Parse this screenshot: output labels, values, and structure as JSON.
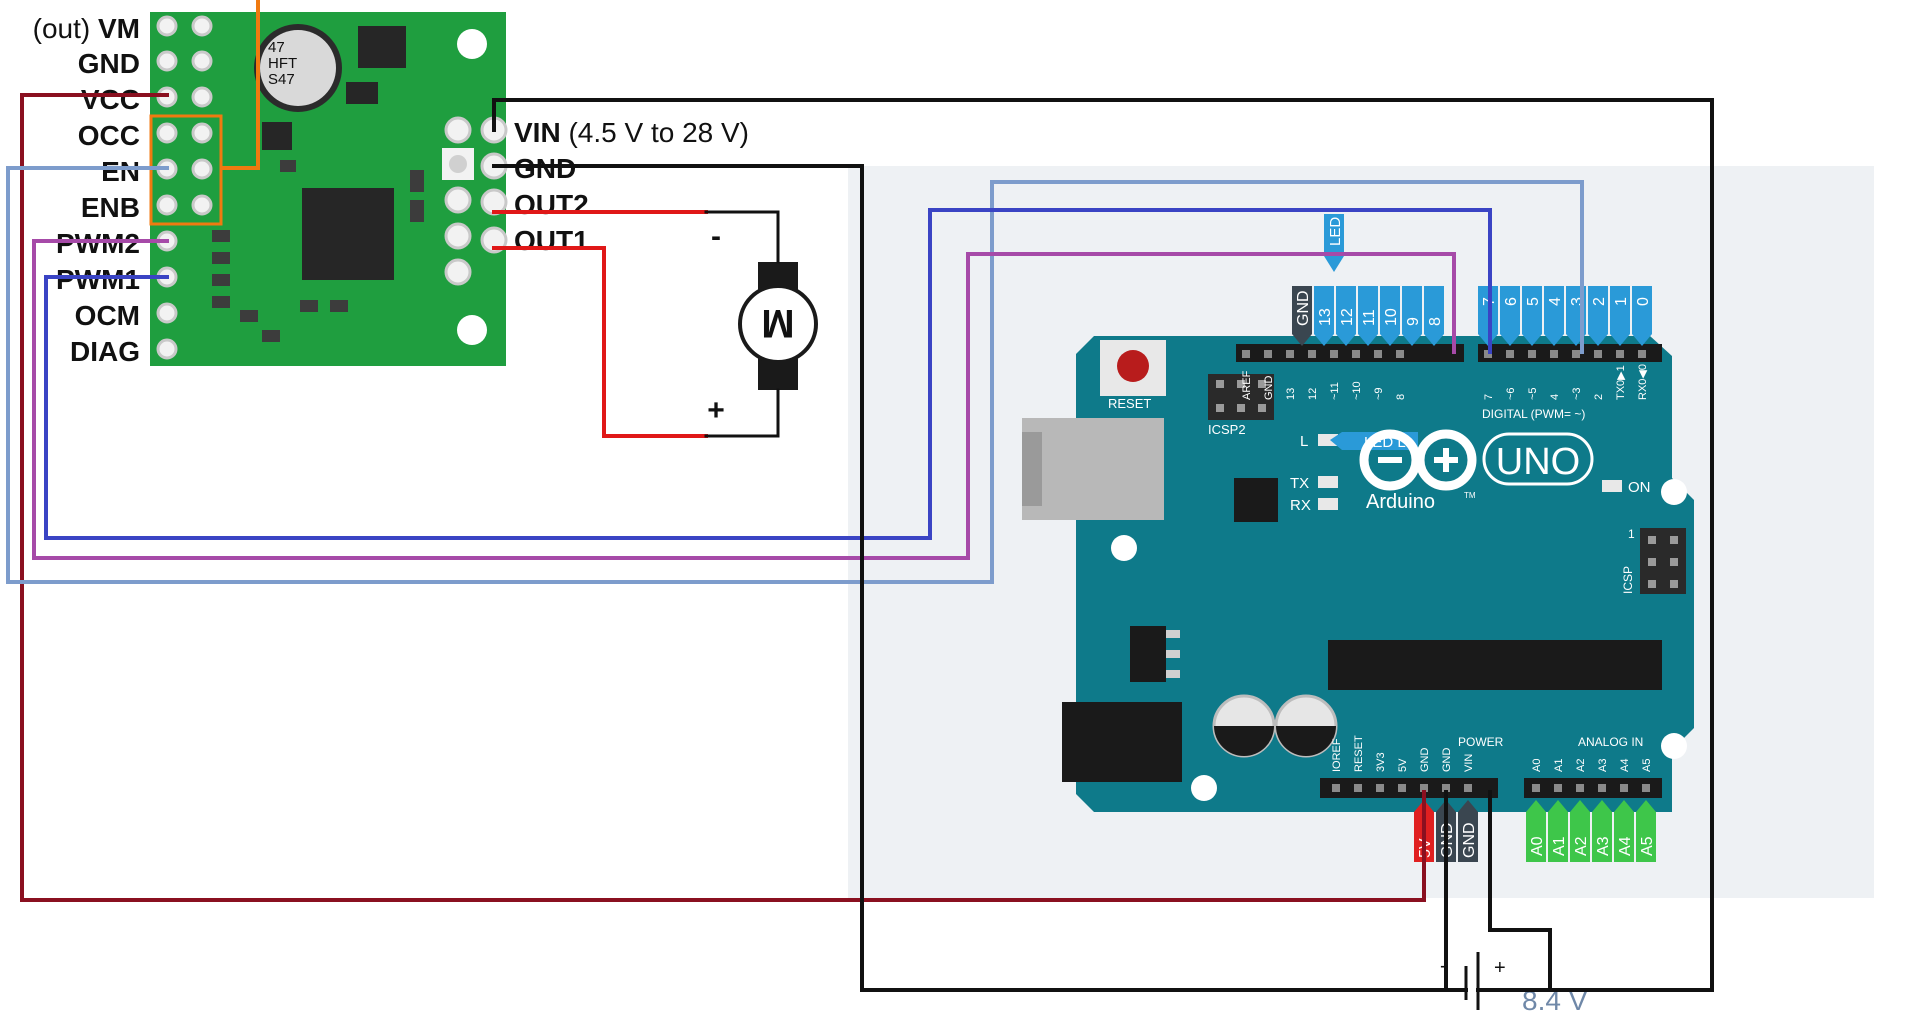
{
  "driver": {
    "left_labels": [
      {
        "prefix": "(out)",
        "name": "VM"
      },
      {
        "prefix": "",
        "name": "GND"
      },
      {
        "prefix": "",
        "name": "VCC"
      },
      {
        "prefix": "",
        "name": "OCC"
      },
      {
        "prefix": "",
        "name": "EN"
      },
      {
        "prefix": "",
        "name": "ENB"
      },
      {
        "prefix": "",
        "name": "PWM2"
      },
      {
        "prefix": "",
        "name": "PWM1"
      },
      {
        "prefix": "",
        "name": "OCM"
      },
      {
        "prefix": "",
        "name": "DIAG"
      }
    ],
    "right_labels": [
      {
        "name": "VIN",
        "note": "(4.5 V to 28 V)"
      },
      {
        "name": "GND",
        "note": ""
      },
      {
        "name": "OUT2",
        "note": ""
      },
      {
        "name": "OUT1",
        "note": ""
      }
    ],
    "capacitor_text": [
      "47",
      "HFT",
      "S47"
    ]
  },
  "motor": {
    "symbol": "M",
    "minus": "-",
    "plus": "+"
  },
  "battery": {
    "voltage": "8.4 V",
    "minus": "-",
    "plus": "+"
  },
  "arduino": {
    "brand": "Arduino",
    "model": "UNO",
    "reset_label": "RESET",
    "icsp2_label": "ICSP2",
    "icsp_label": "ICSP",
    "icsp_pin1": "1",
    "led_l_label": "L",
    "led_l_tag": "LED L",
    "tx_label": "TX",
    "rx_label": "RX",
    "on_label": "ON",
    "digital_label": "DIGITAL (PWM= ~)",
    "power_label": "POWER",
    "analog_label": "ANALOG IN",
    "tm": "TM",
    "header_top_board": [
      "AREF",
      "GND",
      "13",
      "12",
      "~11",
      "~10",
      "~9",
      "8",
      "7",
      "~6",
      "~5",
      "4",
      "~3",
      "2",
      "TX0▶1",
      "RX0◀0"
    ],
    "tags_top_left": [
      "GND",
      "13",
      "12",
      "11",
      "10",
      "9",
      "8"
    ],
    "tags_top_right": [
      "7",
      "6",
      "5",
      "4",
      "3",
      "2",
      "1",
      "0"
    ],
    "led_tag": "LED",
    "header_power_board": [
      "IOREF",
      "RESET",
      "3V3",
      "5V",
      "GND",
      "GND",
      "VIN"
    ],
    "tags_power": [
      "5V",
      "GND",
      "GND"
    ],
    "header_analog_board": [
      "A0",
      "A1",
      "A2",
      "A3",
      "A4",
      "A5"
    ],
    "tags_analog": [
      "A0",
      "A1",
      "A2",
      "A3",
      "A4",
      "A5"
    ]
  },
  "colors": {
    "pcb_green": "#1f9e3f",
    "uno_teal": "#0e7a8a",
    "tag_blue": "#2a9ad8",
    "tag_red": "#e02020",
    "tag_dark": "#3a4650",
    "tag_green": "#3ec64a",
    "wire_darkred": "#8a1020",
    "wire_black": "#111111",
    "wire_red": "#e01818",
    "wire_blue": "#3a44c4",
    "wire_purple": "#a64aa8",
    "wire_lightblue": "#7d9ccc",
    "wire_orange": "#f07a10",
    "battery_text": "#6f88a8",
    "panel_bg": "#eef1f4"
  }
}
